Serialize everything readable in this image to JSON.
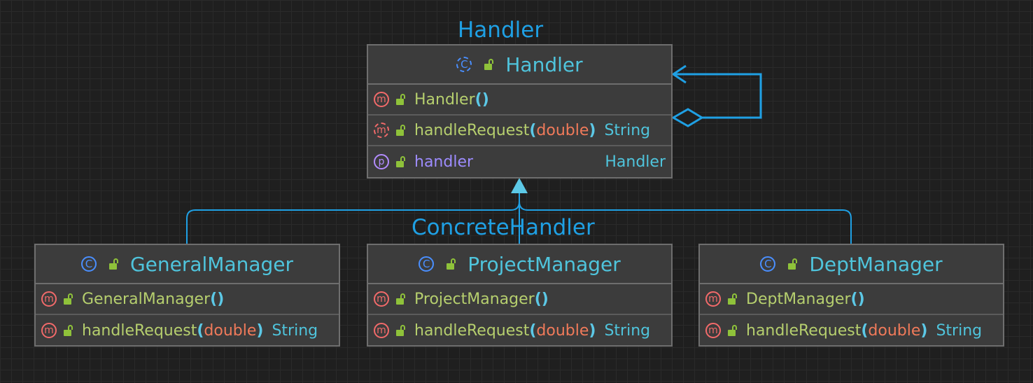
{
  "groups": {
    "top_label": "Handler",
    "bottom_label": "ConcreteHandler"
  },
  "colors": {
    "background": "#1f1f1f",
    "class_box": "#3c3c3c",
    "connector": "#1fa0e4",
    "class_name": "#4fc4dc",
    "method_name": "#b6cf6e",
    "param_type": "#f07a5a",
    "field_name": "#9d8cff",
    "modifier_public": "#8fc23a"
  },
  "classes": {
    "handler": {
      "name": "Handler",
      "icon": "abstract-class-icon",
      "constructor": {
        "name": "Handler",
        "params": ""
      },
      "method": {
        "name": "handleRequest",
        "params": "double",
        "returns": "String",
        "icon": "abstract-method-icon"
      },
      "field": {
        "name": "handler",
        "type": "Handler",
        "icon": "property-icon"
      }
    },
    "general_manager": {
      "name": "GeneralManager",
      "icon": "class-icon",
      "constructor": {
        "name": "GeneralManager",
        "params": ""
      },
      "method": {
        "name": "handleRequest",
        "params": "double",
        "returns": "String",
        "icon": "method-icon"
      }
    },
    "project_manager": {
      "name": "ProjectManager",
      "icon": "class-icon",
      "constructor": {
        "name": "ProjectManager",
        "params": ""
      },
      "method": {
        "name": "handleRequest",
        "params": "double",
        "returns": "String",
        "icon": "method-icon"
      }
    },
    "dept_manager": {
      "name": "DeptManager",
      "icon": "class-icon",
      "constructor": {
        "name": "DeptManager",
        "params": ""
      },
      "method": {
        "name": "handleRequest",
        "params": "double",
        "returns": "String",
        "icon": "method-icon"
      }
    }
  },
  "glyphs": {
    "class": "C",
    "method": "m",
    "property": "p",
    "paren_open": "(",
    "paren_close": ")"
  },
  "relations": [
    {
      "type": "generalization",
      "from": "general_manager",
      "to": "handler"
    },
    {
      "type": "generalization",
      "from": "project_manager",
      "to": "handler"
    },
    {
      "type": "generalization",
      "from": "dept_manager",
      "to": "handler"
    },
    {
      "type": "aggregation",
      "from": "handler",
      "to": "handler"
    }
  ]
}
